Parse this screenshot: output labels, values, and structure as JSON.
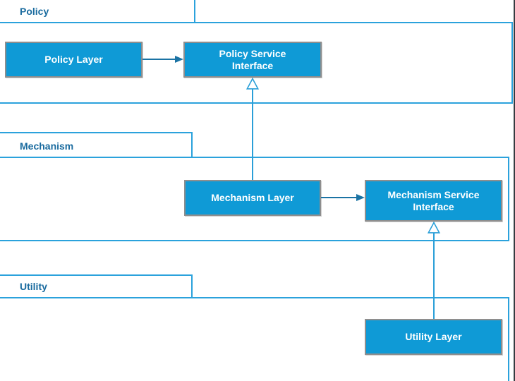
{
  "frames": {
    "policy": {
      "label": "Policy"
    },
    "mechanism": {
      "label": "Mechanism"
    },
    "utility": {
      "label": "Utility"
    }
  },
  "nodes": {
    "policy_layer": {
      "line1": "Policy Layer",
      "line2": ""
    },
    "policy_service_interface": {
      "line1": "Policy Service",
      "line2": "Interface"
    },
    "mechanism_layer": {
      "line1": "Mechanism Layer",
      "line2": ""
    },
    "mechanism_service_interface": {
      "line1": "Mechanism Service",
      "line2": "Interface"
    },
    "utility_layer": {
      "line1": "Utility Layer",
      "line2": ""
    }
  },
  "edges": [
    {
      "from": "Policy Layer",
      "to": "Policy Service Interface",
      "type": "solid-arrow"
    },
    {
      "from": "Mechanism Layer",
      "to": "Policy Service Interface",
      "type": "realization-hollow-triangle"
    },
    {
      "from": "Mechanism Layer",
      "to": "Mechanism Service Interface",
      "type": "solid-arrow"
    },
    {
      "from": "Utility Layer",
      "to": "Mechanism Service Interface",
      "type": "realization-hollow-triangle"
    }
  ],
  "colors": {
    "lane_border": "#2BA2DC",
    "lane_label": "#1A6B9F",
    "box_fill": "#0F9AD6",
    "box_border": "#8E8E8E",
    "box_text": "#FFFFFF",
    "arrow": "#1B73A4",
    "connector": "#2A9FD8",
    "edge_bar": "#363B41"
  }
}
